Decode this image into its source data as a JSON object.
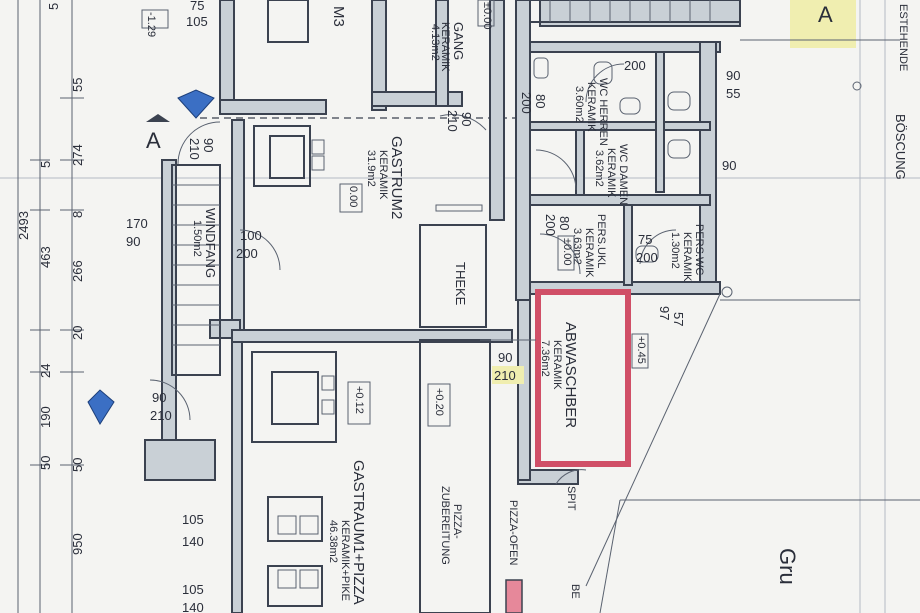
{
  "dims": {
    "v1": "75",
    "v2": "105",
    "v3": "-1.29",
    "v4": "55",
    "v5": "274",
    "v6": "5",
    "v7": "8",
    "v8": "463",
    "v9": "266",
    "v10": "2493",
    "v11": "20",
    "v12": "24",
    "v13": "190",
    "v14": "50",
    "v15": "950",
    "v16": "170",
    "v17": "90",
    "v18": "100",
    "v19": "200",
    "v20": "90",
    "v21": "210",
    "v22": "90",
    "v23": "210",
    "v24": "90",
    "v25": "55",
    "v26": "90",
    "v27": "200",
    "v28": "80",
    "v29": "200",
    "v30": "75",
    "v31": "200",
    "v32": "57",
    "v33": "97",
    "v34": "90",
    "v35": "210",
    "v36": "105",
    "v37": "140",
    "v38": "105",
    "v39": "140",
    "v40": "90",
    "v41": "210",
    "v42": "80",
    "v43": "200",
    "v44": "+0.12",
    "v45": "+0.20",
    "v46": "±0.00",
    "v47": "±0.00",
    "v48": "+0.45",
    "v49": "±0.00",
    "v50": "0.00"
  },
  "rooms": {
    "gastrum2": "GASTRUM2",
    "gastrum2_sub": "KERAMIK",
    "gastrum2_area": "31.9m2",
    "gastrum1": "GASTRAUM1+PIZZA",
    "gastrum1_sub": "KERAMIK+PIKE",
    "gastrum1_area": "46.38m2",
    "windfang": "WINDFANG",
    "windfang_area": "1.50m2",
    "gang": "GANG",
    "gang_sub": "KERAMIK",
    "gang_area": "4.13m2",
    "wc_herren": "WC HERREN",
    "wc_herren_sub": "KERAMIK",
    "wc_herren_area": "3.60m2",
    "wc_damen": "WC DAMEN",
    "wc_damen_sub": "KERAMIK",
    "wc_damen_area": "3.62m2",
    "pers_ukl": "PERS.UKL",
    "pers_ukl_sub": "KERAMIK",
    "pers_ukl_area": "3.63m2",
    "pers_wc": "PERS.WC",
    "pers_wc_sub": "KERAMIK",
    "pers_wc_area": "1.30m2",
    "abwasch": "ABWASCHBER",
    "abwasch_sub": "KERAMIK",
    "abwasch_area": "7.36m2",
    "theke": "THEKE",
    "pizza": "PIZZA-",
    "zubereitung": "ZUBEREITUNG",
    "pizza_ofen": "PIZZA-OFEN",
    "m3": "M3",
    "spit": "SPIT",
    "bestehende": "ESTEHENDE",
    "boschung": "BÖSCUNG",
    "section_a": "A",
    "corner_a": "A",
    "gru": "Gru",
    "be": "BE"
  }
}
